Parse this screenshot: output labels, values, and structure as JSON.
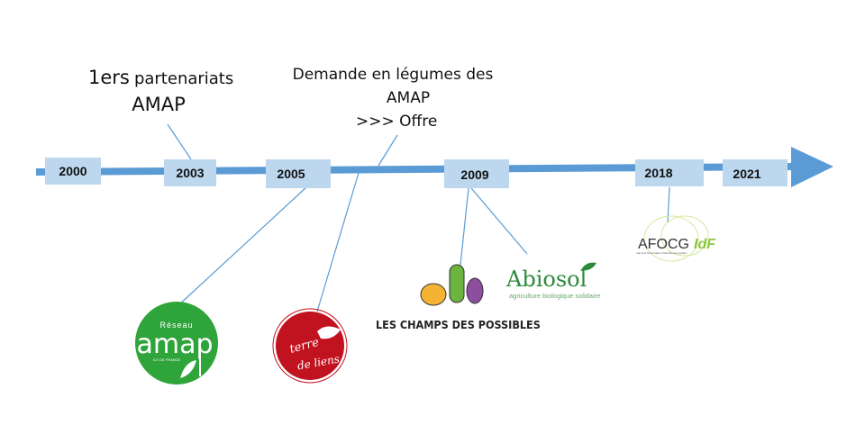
{
  "colors": {
    "arrow": "#5b9bd5",
    "box": "#bdd7ee",
    "leader": "#5b9bd5"
  },
  "years": [
    "2000",
    "2003",
    "2005",
    "2009",
    "2018",
    "2021"
  ],
  "annotations": {
    "first_prefix": "1ers",
    "first_rest": "partenariats",
    "first_line2": "AMAP",
    "demand_line1": "Demande en légumes des",
    "demand_line2": "AMAP",
    "demand_line3": ">>> Offre"
  },
  "logos": {
    "amap": {
      "top": "Réseau",
      "main": "amap",
      "sub": "ILE DE FRANCE"
    },
    "terre": {
      "line1": "terre",
      "line2": "de liens"
    },
    "champs": {
      "text": "LES CHAMPS DES POSSIBLES"
    },
    "abiosol": {
      "main": "Abiosol",
      "sub": "agriculture biologique solidaire"
    },
    "afocg": {
      "main": "AFOCG",
      "suffix": "IdF",
      "sub": "Agir pour la Formation Collective à la Gestion"
    }
  }
}
